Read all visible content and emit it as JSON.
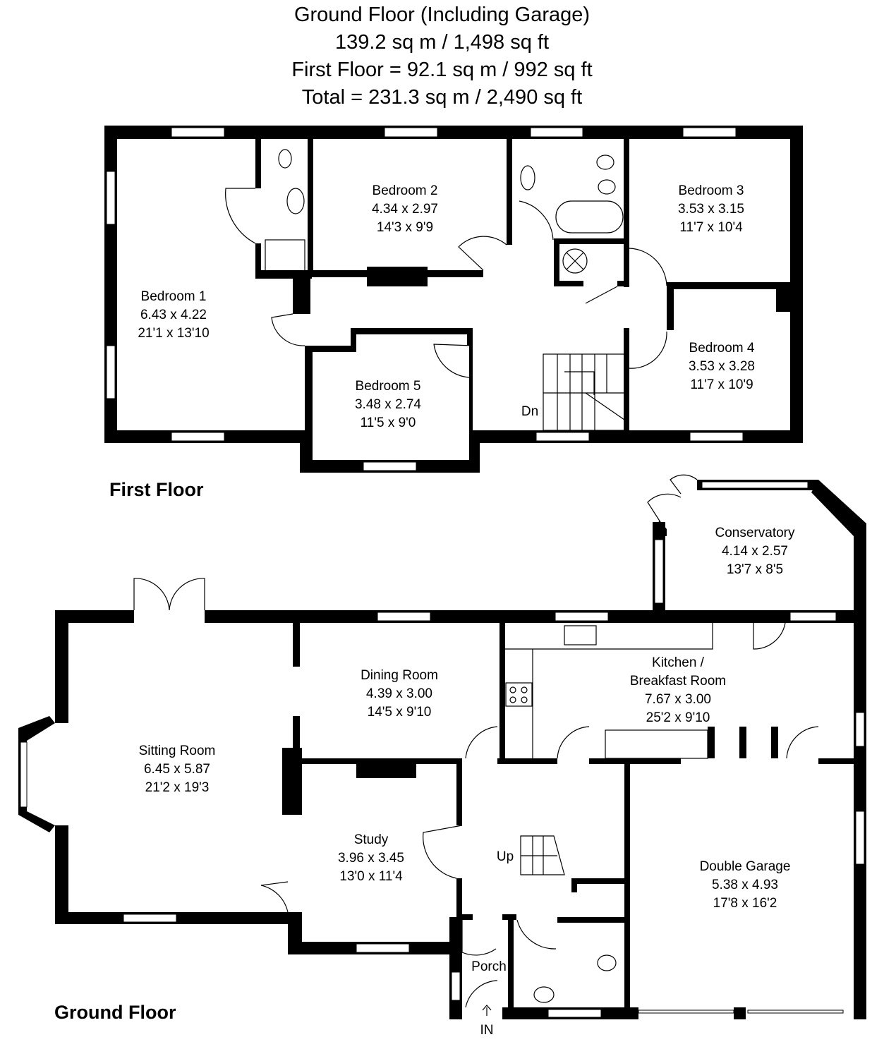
{
  "header": {
    "line1": "Ground Floor (Including Garage)",
    "line2": "139.2 sq m / 1,498 sq ft",
    "line3": "First Floor = 92.1 sq m / 992 sq ft",
    "line4": "Total = 231.3 sq m / 2,490 sq ft"
  },
  "first_floor": {
    "label": "First Floor",
    "rooms": [
      {
        "name": "Bedroom 1",
        "metric": "6.43 x 4.22",
        "imperial": "21'1 x 13'10"
      },
      {
        "name": "Bedroom 2",
        "metric": "4.34 x 2.97",
        "imperial": "14'3 x 9'9"
      },
      {
        "name": "Bedroom 3",
        "metric": "3.53 x 3.15",
        "imperial": "11'7 x 10'4"
      },
      {
        "name": "Bedroom 4",
        "metric": "3.53 x 3.28",
        "imperial": "11'7 x 10'9"
      },
      {
        "name": "Bedroom 5",
        "metric": "3.48 x 2.74",
        "imperial": "11'5 x 9'0"
      }
    ],
    "stairs_label": "Dn"
  },
  "ground_floor": {
    "label": "Ground Floor",
    "rooms": [
      {
        "name": "Sitting Room",
        "metric": "6.45 x 5.87",
        "imperial": "21'2 x 19'3"
      },
      {
        "name": "Dining Room",
        "metric": "4.39 x 3.00",
        "imperial": "14'5 x 9'10"
      },
      {
        "name": "Kitchen /",
        "name2": "Breakfast Room",
        "metric": "7.67 x 3.00",
        "imperial": "25'2 x 9'10"
      },
      {
        "name": "Conservatory",
        "metric": "4.14 x 2.57",
        "imperial": "13'7 x 8'5"
      },
      {
        "name": "Study",
        "metric": "3.96 x 3.45",
        "imperial": "13'0 x 11'4"
      },
      {
        "name": "Double Garage",
        "metric": "5.38 x 4.93",
        "imperial": "17'8 x 16'2"
      },
      {
        "name": "Porch"
      }
    ],
    "stairs_label": "Up",
    "entrance_label": "IN"
  }
}
